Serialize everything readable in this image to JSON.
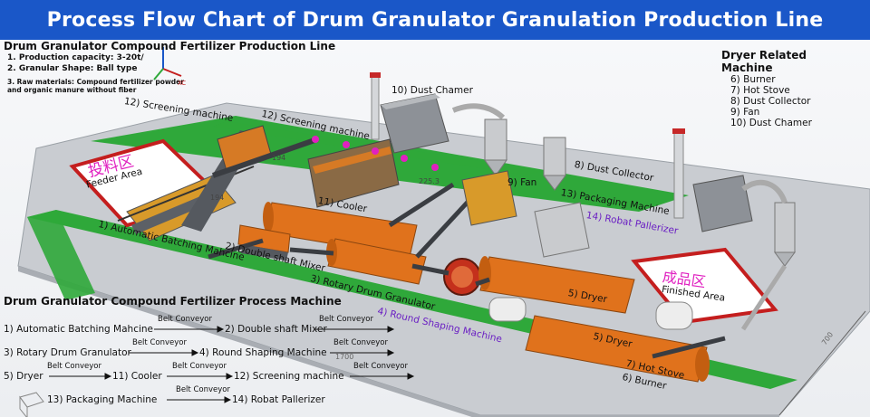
{
  "title": "Process Flow Chart of Drum Granulator Granulation Production Line",
  "info": {
    "heading": "Drum Granulator Compound Fertilizer Production Line",
    "lines": [
      "1. Production capacity: 3-20t/",
      "2. Granular Shape: Ball type"
    ],
    "raw_line_1": "3. Raw materials: Compound fertilizer powder",
    "raw_line_2": "and organic manure without fiber"
  },
  "dryer_related": {
    "heading": "Dryer Related Machine",
    "items": [
      "6) Burner",
      "7) Hot Stove",
      "8) Dust Collector",
      "9) Fan",
      "10) Dust Chamer"
    ]
  },
  "labels": {
    "dust_chamer": "10) Dust Chamer",
    "screening_1": "12) Screening machine",
    "screening_2": "12) Screening machine",
    "dust_collector": "8) Dust Collector",
    "fan": "9) Fan",
    "packaging": "13) Packaging Machine",
    "robat": "14) Robat Pallerizer",
    "feeder_cn": "投料区",
    "feeder_en": "Feeder Area",
    "cooler": "11) Cooler",
    "batching": "1) Automatic Batching Mahcine",
    "double_shaft": "2) Double shaft Mixer",
    "rotary_drum": "3) Rotary Drum Granulator",
    "round_shaping": "4) Round Shaping Machine",
    "dryer_1": "5) Dryer",
    "dryer_2": "5) Dryer",
    "hot_stove": "7) Hot Stove",
    "burner": "6) Burner",
    "finished_cn": "成品区",
    "finished_en": "Finished Area",
    "dim_194a": "194",
    "dim_194b": "194",
    "dim_2253": "225.3",
    "dim_1700": "1700",
    "dim_700": "700",
    "axis_x": "XC"
  },
  "process": {
    "heading": "Drum Granulator Compound Fertilizer Process Machine",
    "conveyor": "Belt Conveyor",
    "steps": [
      "1) Automatic Batching Mahcine",
      "2) Double shaft Mixer",
      "3) Rotary Drum Granulator",
      "4) Round Shaping Machine",
      "5) Dryer",
      "11) Cooler",
      "12) Screening machine",
      "13) Packaging Machine",
      "14) Robat Pallerizer"
    ]
  },
  "colors": {
    "title_bg": "#1a57c8",
    "floor": "#c4c7cc",
    "green_strip": "#2fa83a",
    "drum_orange": "#e0721c",
    "steel_gray": "#6e7278",
    "red_frame": "#c41e1e",
    "belt_dark": "#3a3d42",
    "pink_marker": "#e020c0",
    "chimney_red": "#c62828"
  }
}
